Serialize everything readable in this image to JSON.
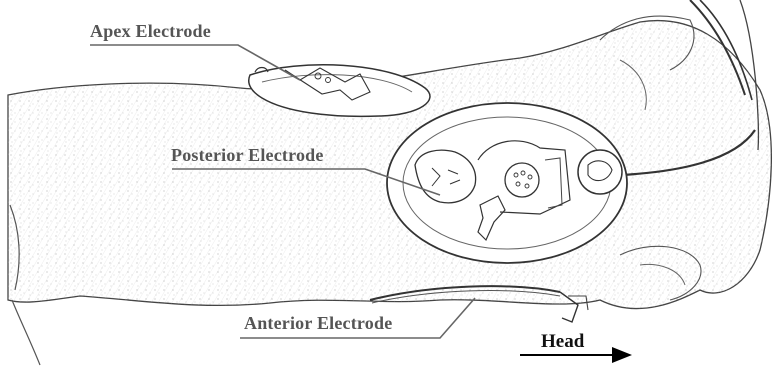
{
  "labels": {
    "apex": "Apex Electrode",
    "posterior": "Posterior Electrode",
    "anterior": "Anterior Electrode",
    "head": "Head"
  },
  "colors": {
    "label_text": "#555555",
    "head_text": "#111111",
    "leader_line": "#666666",
    "sketch_stroke": "#333333",
    "texture": "#bbbbbb"
  },
  "icons": {
    "direction_arrow": "arrow-right-icon"
  }
}
